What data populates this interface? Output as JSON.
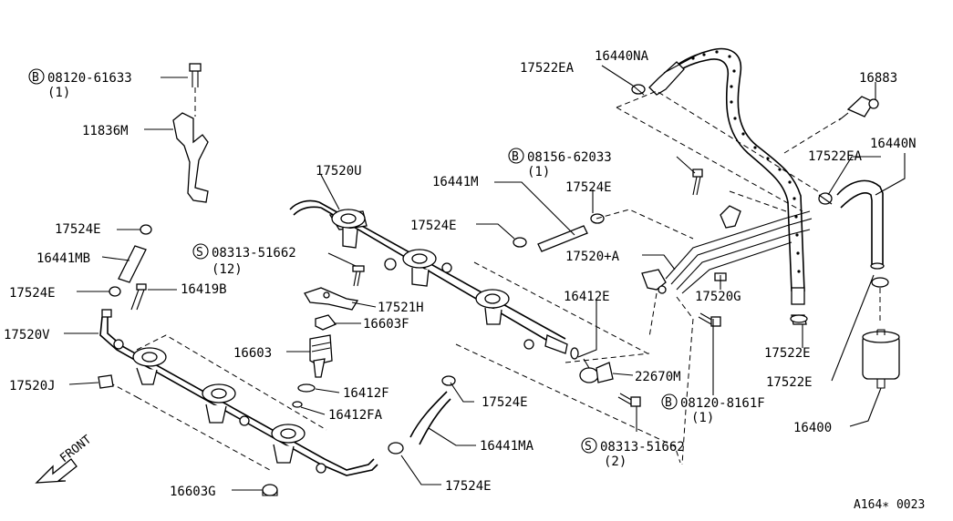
{
  "diagram_code": "A164∗ 0023",
  "direction_label": "FRONT",
  "bolt_prefix_b": "B",
  "screw_prefix_s": "S",
  "parts": {
    "p16440NA": "16440NA",
    "p17522EA_top": "17522EA",
    "p16883": "16883",
    "p08120_61633": "08120-61633",
    "p08120_61633_qty": "(1)",
    "p11836M": "11836M",
    "p17520U": "17520U",
    "p16441M": "16441M",
    "p08156_62033": "08156-62033",
    "p08156_62033_qty": "(1)",
    "p17524E_a": "17524E",
    "p16440N": "16440N",
    "p17522EA_right": "17522EA",
    "p17524E_b": "17524E",
    "p17520A": "17520+A",
    "p17524E_c": "17524E",
    "p16441MB": "16441MB",
    "p08313_51662_top": "08313-51662",
    "p08313_51662_top_qty": "(12)",
    "p17524E_d": "17524E",
    "p16419B": "16419B",
    "p17521H": "17521H",
    "p16412E": "16412E",
    "p17520G": "17520G",
    "p16603F": "16603F",
    "p17520V": "17520V",
    "p16603": "16603",
    "p22670M": "22670M",
    "p17522E_a": "17522E",
    "p17522E_b": "17522E",
    "p17520J": "17520J",
    "p16412F": "16412F",
    "p17524E_e": "17524E",
    "p08120_8161F": "08120-8161F",
    "p08120_8161F_qty": "(1)",
    "p16412FA": "16412FA",
    "p16400": "16400",
    "p16441MA": "16441MA",
    "p08313_51662_bot": "08313-51662",
    "p08313_51662_bot_qty": "(2)",
    "p16603G": "16603G",
    "p17524E_f": "17524E"
  }
}
